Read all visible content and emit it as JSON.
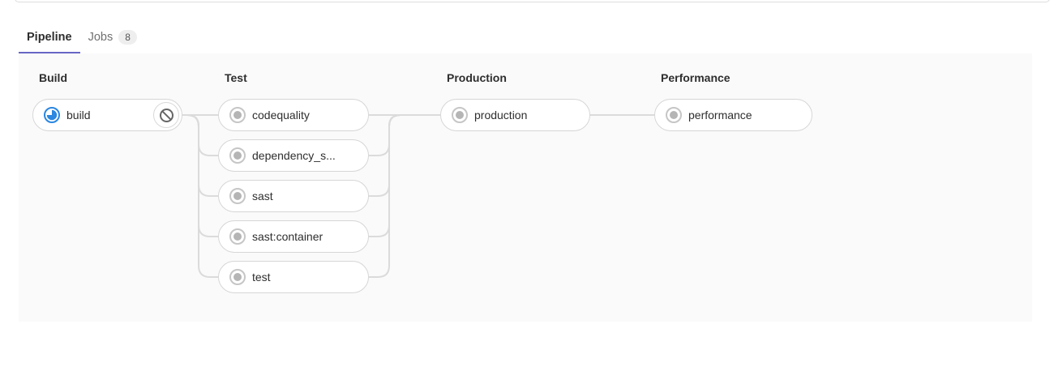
{
  "tabs": [
    {
      "label": "Pipeline",
      "active": true
    },
    {
      "label": "Jobs",
      "badge": "8"
    }
  ],
  "stages": [
    {
      "name": "Build",
      "jobs": [
        {
          "name": "build",
          "status": "running",
          "action": "cancel"
        }
      ]
    },
    {
      "name": "Test",
      "jobs": [
        {
          "name": "codequality",
          "status": "created"
        },
        {
          "name": "dependency_s...",
          "status": "created"
        },
        {
          "name": "sast",
          "status": "created"
        },
        {
          "name": "sast:container",
          "status": "created"
        },
        {
          "name": "test",
          "status": "created"
        }
      ]
    },
    {
      "name": "Production",
      "jobs": [
        {
          "name": "production",
          "status": "created"
        }
      ]
    },
    {
      "name": "Performance",
      "jobs": [
        {
          "name": "performance",
          "status": "created"
        }
      ]
    }
  ],
  "colors": {
    "accent": "#6666c4",
    "running_blue": "#2b87e0",
    "created_gray_ring": "#c6c6c6",
    "created_gray_dot": "#b5b5b5",
    "cancel_gray": "#666666",
    "connector": "#dbdbdb",
    "graph_background": "#fafafa"
  }
}
